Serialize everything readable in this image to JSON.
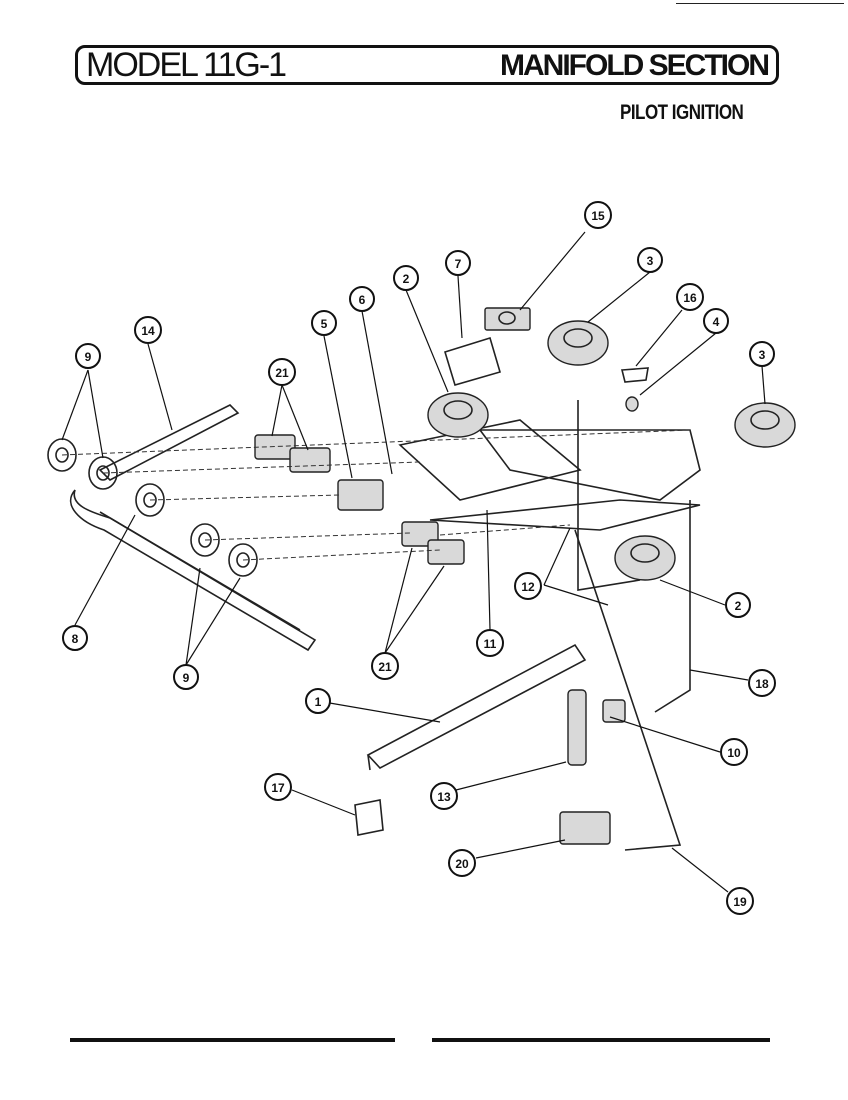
{
  "header": {
    "model_label": "MODEL 11G-1",
    "section_label": "MANIFOLD SECTION",
    "subtitle": "PILOT IGNITION"
  },
  "callouts": [
    {
      "id": "c1",
      "label": "1"
    },
    {
      "id": "c2a",
      "label": "2"
    },
    {
      "id": "c2b",
      "label": "2"
    },
    {
      "id": "c3a",
      "label": "3"
    },
    {
      "id": "c3b",
      "label": "3"
    },
    {
      "id": "c4",
      "label": "4"
    },
    {
      "id": "c5",
      "label": "5"
    },
    {
      "id": "c6",
      "label": "6"
    },
    {
      "id": "c7",
      "label": "7"
    },
    {
      "id": "c8",
      "label": "8"
    },
    {
      "id": "c9a",
      "label": "9"
    },
    {
      "id": "c9b",
      "label": "9"
    },
    {
      "id": "c10",
      "label": "10"
    },
    {
      "id": "c11",
      "label": "11"
    },
    {
      "id": "c12",
      "label": "12"
    },
    {
      "id": "c13",
      "label": "13"
    },
    {
      "id": "c14",
      "label": "14"
    },
    {
      "id": "c15",
      "label": "15"
    },
    {
      "id": "c16",
      "label": "16"
    },
    {
      "id": "c17",
      "label": "17"
    },
    {
      "id": "c18",
      "label": "18"
    },
    {
      "id": "c19",
      "label": "19"
    },
    {
      "id": "c20",
      "label": "20"
    },
    {
      "id": "c21a",
      "label": "21"
    },
    {
      "id": "c21b",
      "label": "21"
    }
  ]
}
